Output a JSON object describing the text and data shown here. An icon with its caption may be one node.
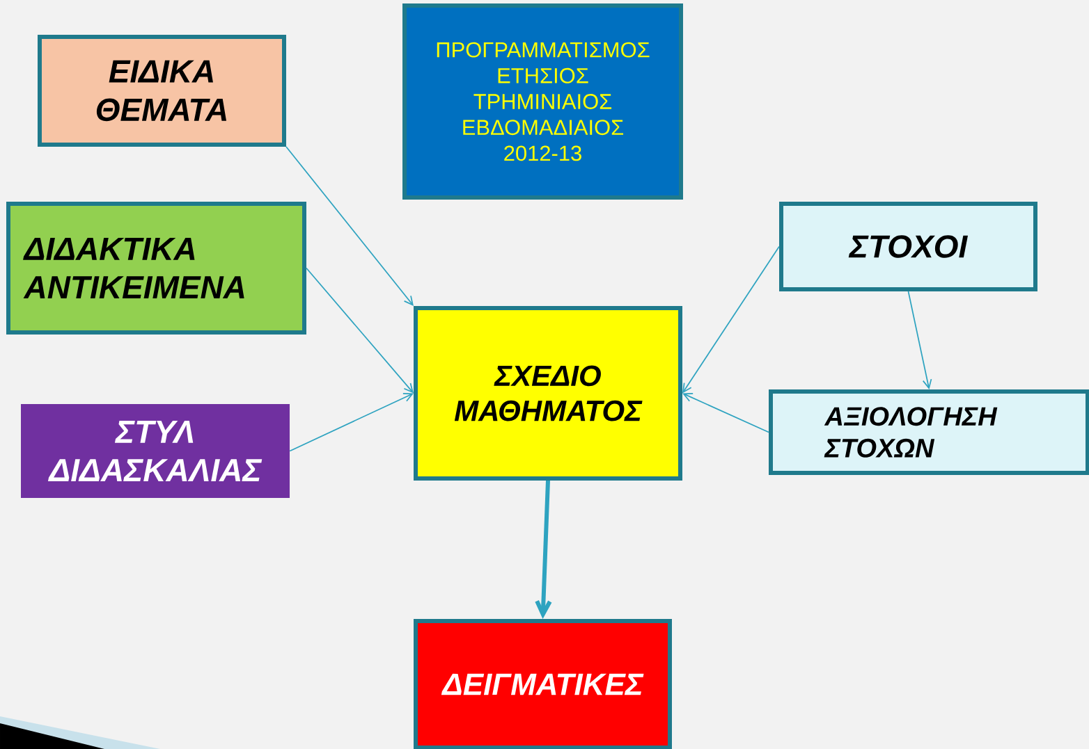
{
  "diagram": {
    "nodes": [
      {
        "text": [
          "ΕΙΔΙΚΑ ΘΕΜΑΤΑ"
        ]
      },
      {
        "text": [
          "ΠΡΟΓΡΑΜΜΑΤΙΣΜΟΣ ΕΤΗΣΙΟΣ ΤΡΗΜΙΝΙΑΙΟΣ ΕΒΔΟΜΑΔΙΑΙΟΣ 2012-13"
        ]
      },
      {
        "text": [
          "ΔΙΔΑΚΤΙΚΑ ΑΝΤΙΚΕΙΜΕΝΑ"
        ]
      },
      {
        "text": [
          "ΣΤΥΛ ΔΙΔΑΣΚΑΛΙΑΣ"
        ]
      },
      {
        "text": [
          "ΣΧΕΔΙΟ ΜΑΘΗΜΑΤΟΣ"
        ]
      },
      {
        "text": [
          "ΣΤΟΧΟΙ"
        ]
      },
      {
        "text": [
          "ΑΞΙΟΛΟΓΗΣΗ ΣΤΟΧΩΝ"
        ]
      },
      {
        "text": [
          "ΔΕΙΓΜΑΤΙΚΕΣ"
        ]
      }
    ],
    "edges": [
      {
        "from": 0,
        "to": 4,
        "arrow": "to"
      },
      {
        "from": 2,
        "to": 4,
        "arrow": "to"
      },
      {
        "from": 3,
        "to": 4,
        "arrow": "to"
      },
      {
        "from": 5,
        "to": 4,
        "arrow": "to"
      },
      {
        "from": 6,
        "to": 4,
        "arrow": "to"
      },
      {
        "from": 5,
        "to": 6,
        "arrow": "to"
      },
      {
        "from": 4,
        "to": 7,
        "arrow": "to",
        "style": "thick"
      }
    ]
  }
}
